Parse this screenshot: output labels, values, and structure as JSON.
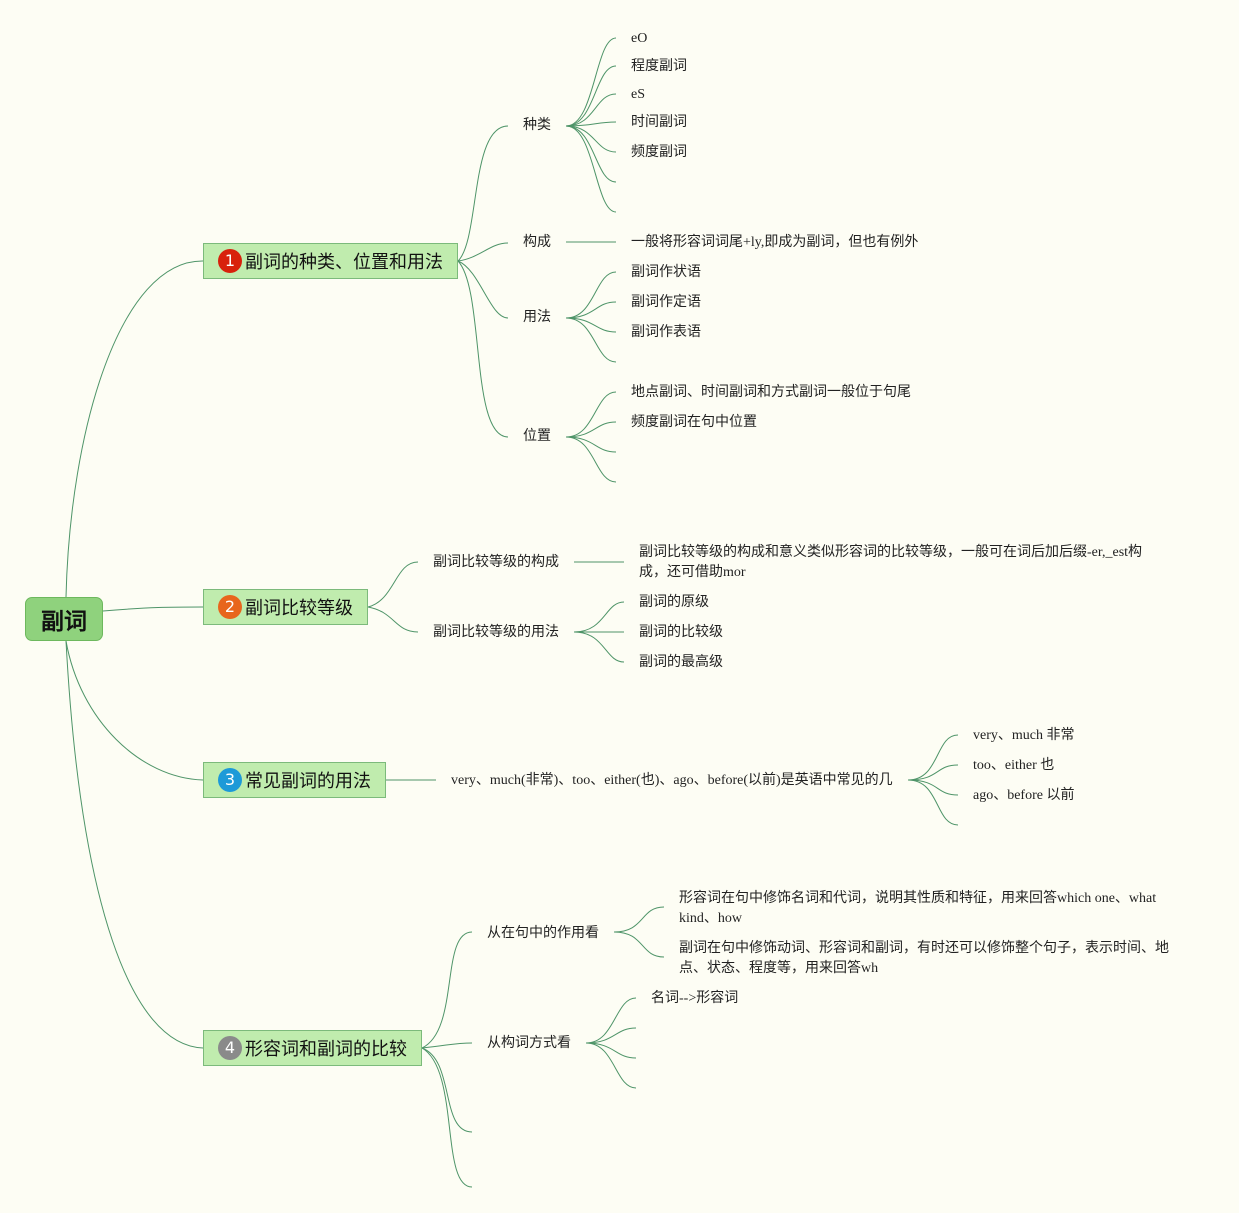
{
  "root": {
    "label": "副词"
  },
  "branches": [
    {
      "number": "1",
      "label": "副词的种类、位置和用法",
      "badge_color": "#d8210c"
    },
    {
      "number": "2",
      "label": "副词比较等级",
      "badge_color": "#e8661c"
    },
    {
      "number": "3",
      "label": "常见副词的用法",
      "badge_color": "#1d9ad8"
    },
    {
      "number": "4",
      "label": "形容词和副词的比较",
      "badge_color": "#8a8a8a"
    }
  ],
  "b1": {
    "kinds": {
      "label": "种类",
      "items": [
        "eO",
        "程度副词",
        "eS",
        "时间副词",
        "频度副词"
      ]
    },
    "formation": {
      "label": "构成",
      "text": "一般将形容词词尾+ly,即成为副词，但也有例外"
    },
    "usage": {
      "label": "用法",
      "items": [
        "副词作状语",
        "副词作定语",
        "副词作表语"
      ]
    },
    "position": {
      "label": "位置",
      "items": [
        "地点副词、时间副词和方式副词一般位于句尾",
        "频度副词在句中位置"
      ]
    }
  },
  "b2": {
    "formation": {
      "label": "副词比较等级的构成",
      "text": "副词比较等级的构成和意义类似形容词的比较等级，一般可在词后加后缀-er,_est构成，还可借助mor"
    },
    "usage": {
      "label": "副词比较等级的用法",
      "items": [
        "副词的原级",
        "副词的比较级",
        "副词的最高级"
      ]
    }
  },
  "b3": {
    "summary": "very、much(非常)、too、either(也)、ago、before(以前)是英语中常见的几",
    "items": [
      "very、much 非常",
      "too、either 也",
      "ago、before 以前"
    ]
  },
  "b4": {
    "role": {
      "label": "从在句中的作用看",
      "items": [
        "形容词在句中修饰名词和代词，说明其性质和特征，用来回答which one、what kind、how",
        "副词在句中修饰动词、形容词和副词，有时还可以修饰整个句子，表示时间、地点、状态、程度等，用来回答wh"
      ]
    },
    "wordform": {
      "label": "从构词方式看",
      "items": [
        "名词-->形容词"
      ]
    }
  }
}
